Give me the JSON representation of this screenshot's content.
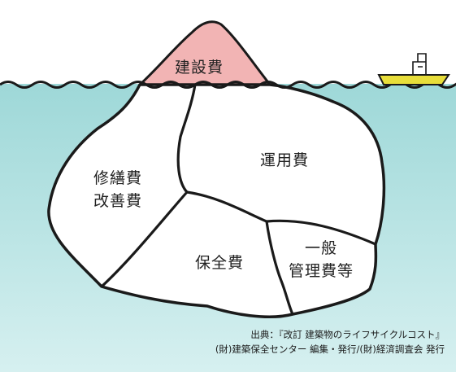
{
  "labels": {
    "tip": "建設費",
    "operation": "運用費",
    "repair_line1": "修繕費",
    "repair_line2": "改善費",
    "maintenance": "保全費",
    "general_line1": "一般",
    "general_line2": "管理費等"
  },
  "source": {
    "line1": "出典：『改訂 建築物のライフサイクルコスト』",
    "line2": "(財)建築保全センター 編集・発行/(財)経済調査会 発行"
  },
  "colors": {
    "water": "#a6dcdc",
    "iceberg_tip": "#f2b4b4",
    "iceberg_body": "#ffffff",
    "outline": "#1a1a1a",
    "boat_hull": "#e8de3a"
  }
}
